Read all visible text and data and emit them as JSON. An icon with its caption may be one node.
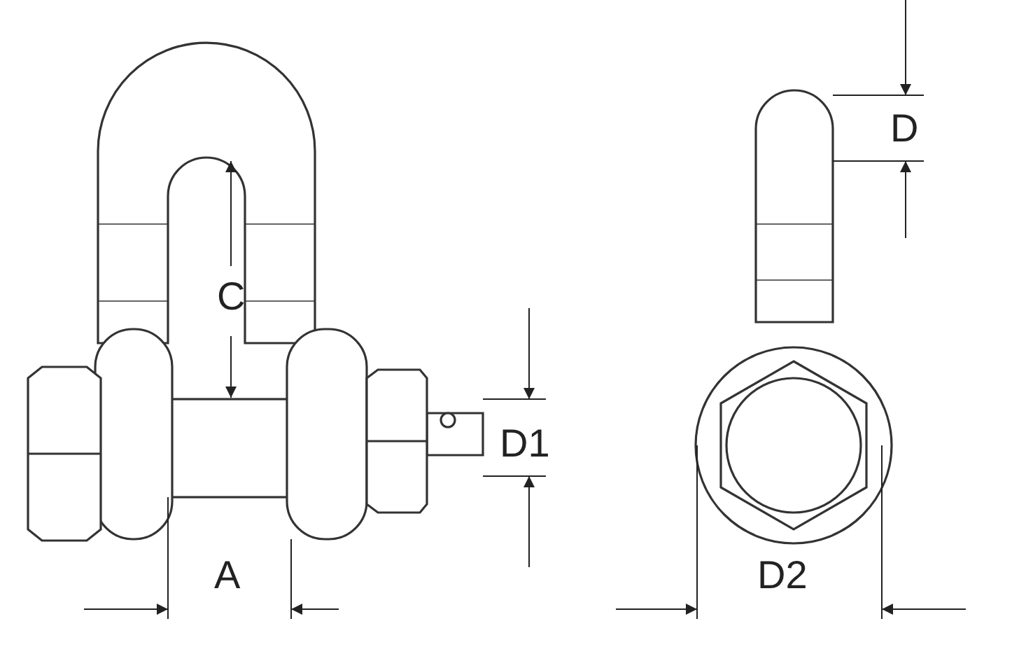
{
  "diagram": {
    "labels": [
      "D",
      "C",
      "D1",
      "A",
      "D2"
    ]
  }
}
